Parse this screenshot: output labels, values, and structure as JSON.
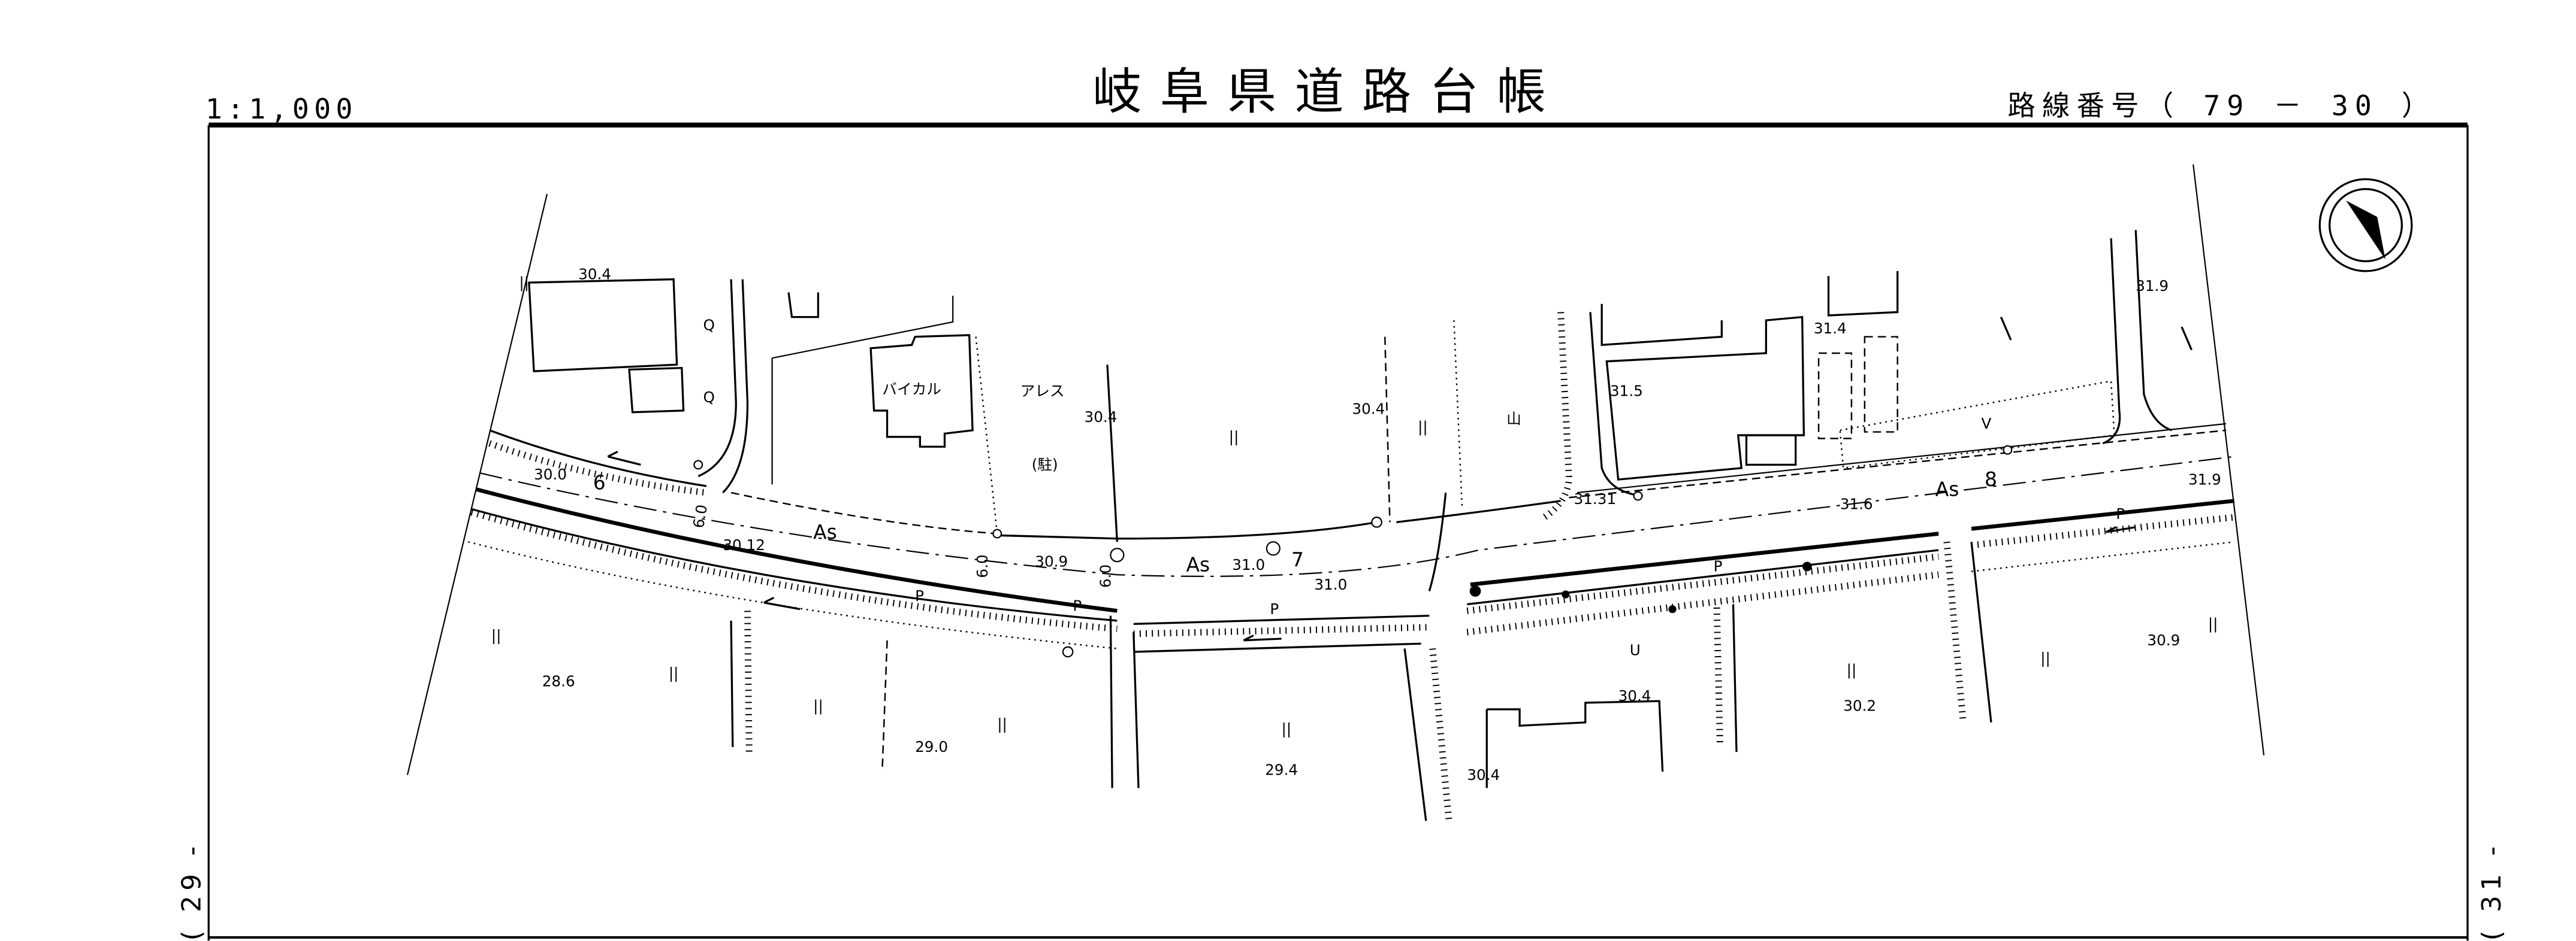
{
  "header": {
    "scale": "1:1,000",
    "title": "岐阜県道路台帳",
    "route_number": "路線番号（ 79 － 30 ）"
  },
  "margins": {
    "left_sheet": "( 29 -",
    "right_sheet": "( 31 -"
  },
  "map": {
    "place_names": [
      "バイカル",
      "アレス",
      "(駐)"
    ],
    "station_numbers": [
      "6",
      "7",
      "8"
    ],
    "pavement": [
      "As",
      "As",
      "As"
    ],
    "elevations": [
      "30.4",
      "30.0",
      "30.12",
      "30.4",
      "30.4",
      "30.9",
      "31.0",
      "31.0",
      "28.6",
      "29.0",
      "29.4",
      "30.4",
      "30.4",
      "30.2",
      "30.9",
      "31.5",
      "31.4",
      "31.9",
      "31.31",
      "31.6",
      "31.9"
    ],
    "widths": [
      "6.0",
      "6.0",
      "6.0"
    ],
    "parking_marks": [
      "P",
      "P",
      "P",
      "P",
      "P"
    ],
    "land_use": [
      "||",
      "||",
      "||",
      "||",
      "||",
      "||",
      "||",
      "||",
      "||",
      "||",
      "||",
      "山",
      "U",
      "V",
      "Q",
      "Q"
    ],
    "north_arrow": "north-arrow-icon"
  }
}
